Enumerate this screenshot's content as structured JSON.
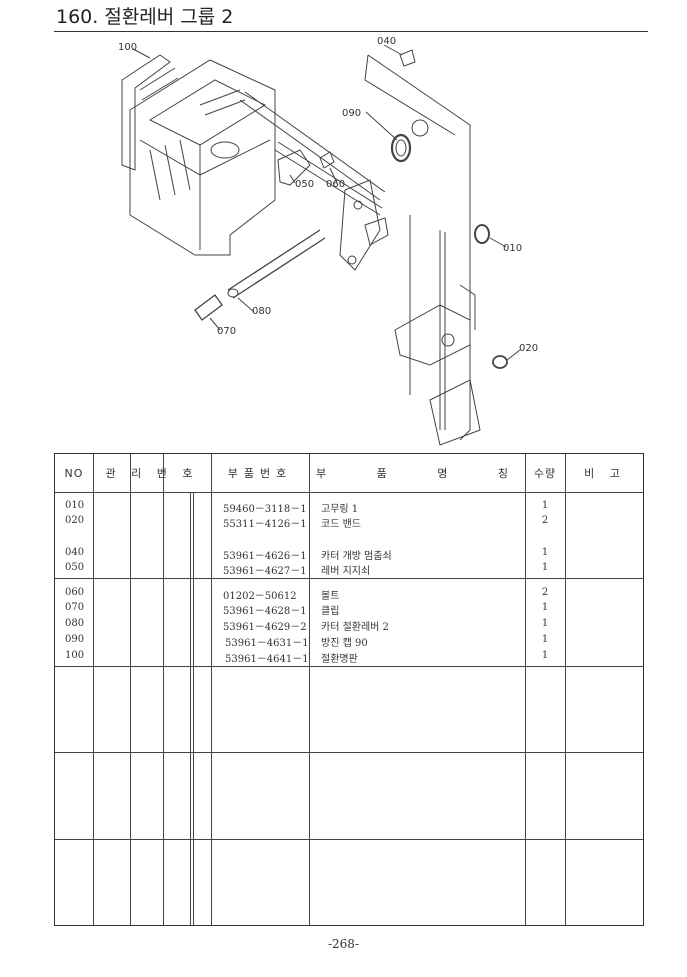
{
  "page": {
    "title": "160. 절환레버 그룹 2",
    "page_number": "-268-"
  },
  "diagram": {
    "callouts": [
      "100",
      "040",
      "090",
      "050",
      "060",
      "010",
      "080",
      "070",
      "020"
    ]
  },
  "table": {
    "headers": {
      "no": "NO",
      "mgmt": "관 리 번 호",
      "part_no": "부품번호",
      "name": "부   품   명   칭",
      "qty": "수량",
      "note": "비 고"
    },
    "rows": [
      {
        "no": "010",
        "part_no": "59460－3118－1",
        "name": "고무링 1",
        "qty": "1"
      },
      {
        "no": "020",
        "part_no": "55311－4126－1",
        "name": "코드 밴드",
        "qty": "2"
      },
      {
        "no": "040",
        "part_no": "53961－4626－1",
        "name": "카터 개방 멈춤쇠",
        "qty": "1"
      },
      {
        "no": "050",
        "part_no": "53961－4627－1",
        "name": "레버 지지쇠",
        "qty": "1"
      },
      {
        "no": "060",
        "part_no": "01202－50612",
        "name": "볼트",
        "qty": "2"
      },
      {
        "no": "070",
        "part_no": "53961－4628－1",
        "name": "클립",
        "qty": "1"
      },
      {
        "no": "080",
        "part_no": "53961－4629－2",
        "name": "카터 절환레버 2",
        "qty": "1"
      },
      {
        "no": "090",
        "part_no": "53961－4631－1",
        "name": "방진 캡 90",
        "qty": "1"
      },
      {
        "no": "100",
        "part_no": "53961－4641－1",
        "name": "절환명판",
        "qty": "1"
      }
    ]
  }
}
